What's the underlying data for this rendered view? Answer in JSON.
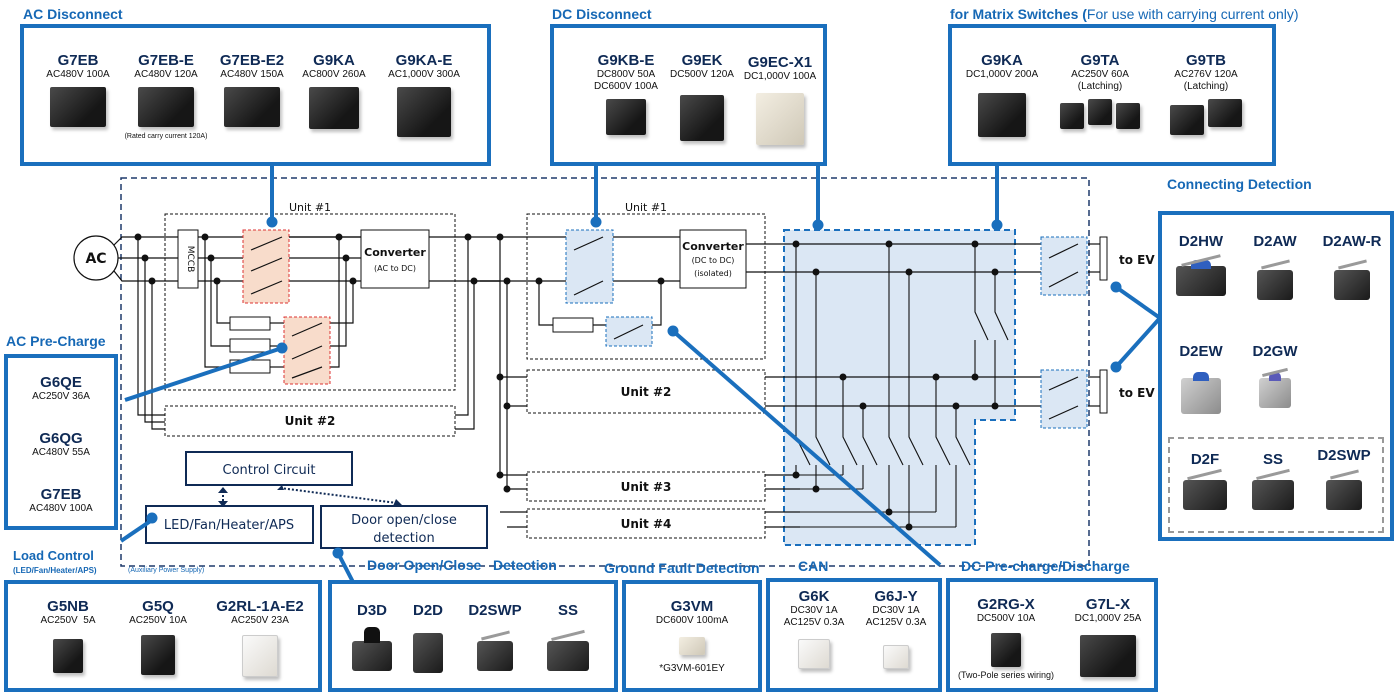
{
  "colors": {
    "accent": "#1a6fbd",
    "title": "#1668b5",
    "dark_navy": "#0f2a55",
    "ac_highlight": "#f8dccb",
    "dc_highlight": "#dbe7f4"
  },
  "sections": {
    "ac_disconnect": {
      "title": "AC Disconnect",
      "products": [
        {
          "name": "G7EB",
          "spec": "AC480V 100A"
        },
        {
          "name": "G7EB-E",
          "spec": "AC480V 120A",
          "note": "(Rated carry current 120A)"
        },
        {
          "name": "G7EB-E2",
          "spec": "AC480V 150A"
        },
        {
          "name": "G9KA",
          "spec": "AC800V 260A"
        },
        {
          "name": "G9KA-E",
          "spec": "AC1,000V 300A"
        }
      ]
    },
    "dc_disconnect": {
      "title": "DC Disconnect",
      "products": [
        {
          "name": "G9KB-E",
          "spec": "DC800V 50A",
          "spec2": "DC600V 100A"
        },
        {
          "name": "G9EK",
          "spec": "DC500V 120A"
        },
        {
          "name": "G9EC-X1",
          "spec": "DC1,000V 100A"
        }
      ]
    },
    "matrix_switches": {
      "title": "for Matrix Switches (",
      "title_light": "For use with carrying current only)",
      "products": [
        {
          "name": "G9KA",
          "spec": "DC1,000V 200A"
        },
        {
          "name": "G9TA",
          "spec": "AC250V 60A",
          "spec2": "(Latching)"
        },
        {
          "name": "G9TB",
          "spec": "AC276V 120A",
          "spec2": "(Latching)"
        }
      ]
    },
    "connecting_detection": {
      "title": "Connecting Detection",
      "products": [
        "D2HW",
        "D2AW",
        "D2AW-R",
        "D2EW",
        "D2GW"
      ],
      "group": [
        "D2F",
        "SS",
        "D2SWP"
      ]
    },
    "ac_precharge": {
      "title": "AC Pre-Charge",
      "products": [
        {
          "name": "G6QE",
          "spec": "AC250V 36A"
        },
        {
          "name": "G6QG",
          "spec": "AC480V 55A"
        },
        {
          "name": "G7EB",
          "spec": "AC480V 100A"
        }
      ]
    },
    "load_control": {
      "title": "Load Control",
      "subtitle": "(LED/Fan/Heater/APS)",
      "aux_note": "(Auxiliary Power Supply)",
      "products": [
        {
          "name": "G5NB",
          "spec": "AC250V  5A"
        },
        {
          "name": "G5Q",
          "spec": "AC250V 10A"
        },
        {
          "name": "G2RL-1A-E2",
          "spec": "AC250V 23A"
        }
      ]
    },
    "door_detection": {
      "title": "Door Open/Close   Detection",
      "products": [
        "D3D",
        "D2D",
        "D2SWP",
        "SS"
      ]
    },
    "ground_fault": {
      "title": "Ground Fault Detection",
      "products": [
        {
          "name": "G3VM",
          "spec": "DC600V 100mA",
          "note": "*G3VM-601EY"
        }
      ]
    },
    "can": {
      "title": "CAN",
      "products": [
        {
          "name": "G6K",
          "spec": "DC30V 1A",
          "spec2": "AC125V 0.3A"
        },
        {
          "name": "G6J-Y",
          "spec": "DC30V 1A",
          "spec2": "AC125V 0.3A"
        }
      ]
    },
    "dc_precharge": {
      "title": "DC Pre-charge/Discharge",
      "products": [
        {
          "name": "G2RG-X",
          "spec": "DC500V 10A",
          "note": "(Two-Pole series wiring)"
        },
        {
          "name": "G7L-X",
          "spec": "DC1,000V 25A"
        }
      ]
    }
  },
  "diagram": {
    "ac_source": "AC",
    "mccb": "MCCB",
    "ac_unit1": "Unit #1",
    "ac_unit2": "Unit #2",
    "ac_converter": "Converter",
    "ac_converter_sub": "(AC to DC)",
    "dc_unit1": "Unit #1",
    "dc_unit2": "Unit #2",
    "dc_unit3": "Unit #3",
    "dc_unit4": "Unit #4",
    "dc_converter": "Converter",
    "dc_converter_sub1": "(DC to DC)",
    "dc_converter_sub2": "(isolated)",
    "to_ev_1": "to EV",
    "to_ev_2": "to EV",
    "control_circuit": "Control   Circuit",
    "led_box": "LED/Fan/Heater/APS",
    "door_box_1": "Door open/close",
    "door_box_2": "detection"
  }
}
